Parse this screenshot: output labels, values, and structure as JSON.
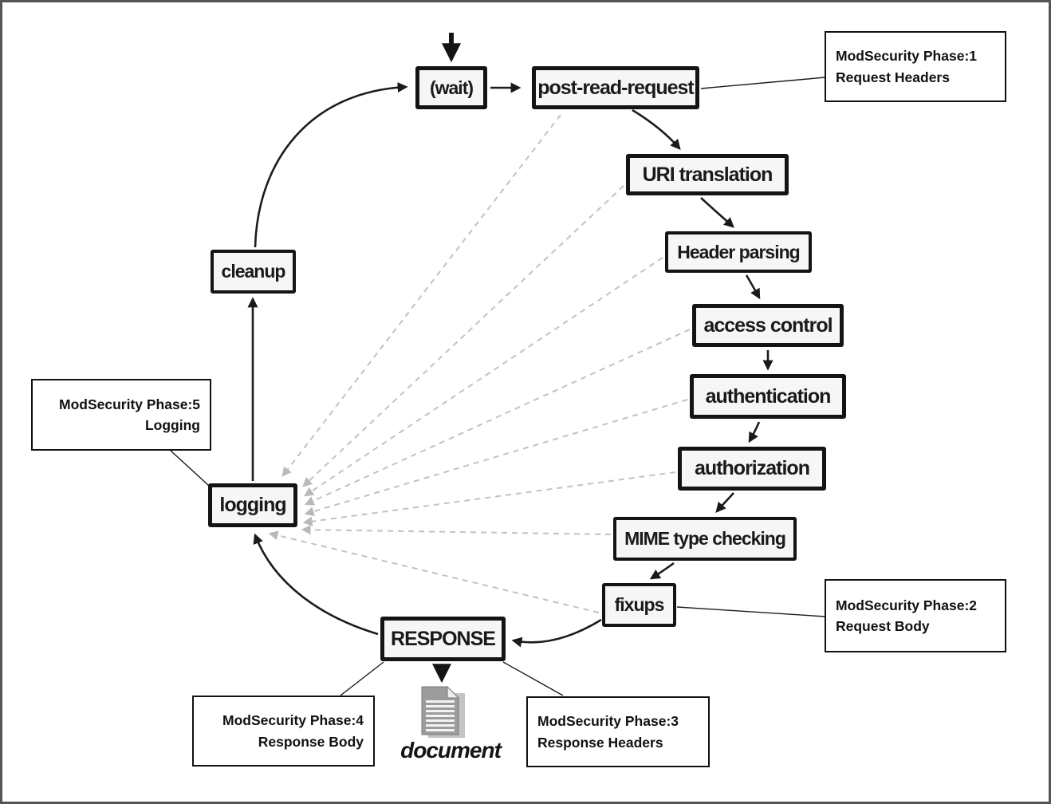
{
  "nodes": {
    "wait": {
      "label": "(wait)"
    },
    "post_read_request": {
      "label": "post-read-request"
    },
    "uri_translation": {
      "label": "URI translation"
    },
    "header_parsing": {
      "label": "Header parsing"
    },
    "access_control": {
      "label": "access control"
    },
    "authentication": {
      "label": "authentication"
    },
    "authorization": {
      "label": "authorization"
    },
    "mime_type_checking": {
      "label": "MIME type checking"
    },
    "fixups": {
      "label": "fixups"
    },
    "response": {
      "label": "RESPONSE"
    },
    "logging": {
      "label": "logging"
    },
    "cleanup": {
      "label": "cleanup"
    }
  },
  "callouts": {
    "phase1": {
      "line1": "ModSecurity Phase:1",
      "line2": "Request Headers"
    },
    "phase2": {
      "line1": "ModSecurity Phase:2",
      "line2": "Request Body"
    },
    "phase3": {
      "line1": "ModSecurity Phase:3",
      "line2": "Response Headers"
    },
    "phase4": {
      "line1": "ModSecurity Phase:4",
      "line2": "Response Body"
    },
    "phase5": {
      "line1": "ModSecurity Phase:5",
      "line2": "Logging"
    }
  },
  "document": {
    "label": "document"
  },
  "colors": {
    "node_fill": "#f6f6f6",
    "node_border": "#141414",
    "dashed_line": "#c2c2c2",
    "arrow": "#1c1c1c",
    "outer_border": "#555555"
  }
}
